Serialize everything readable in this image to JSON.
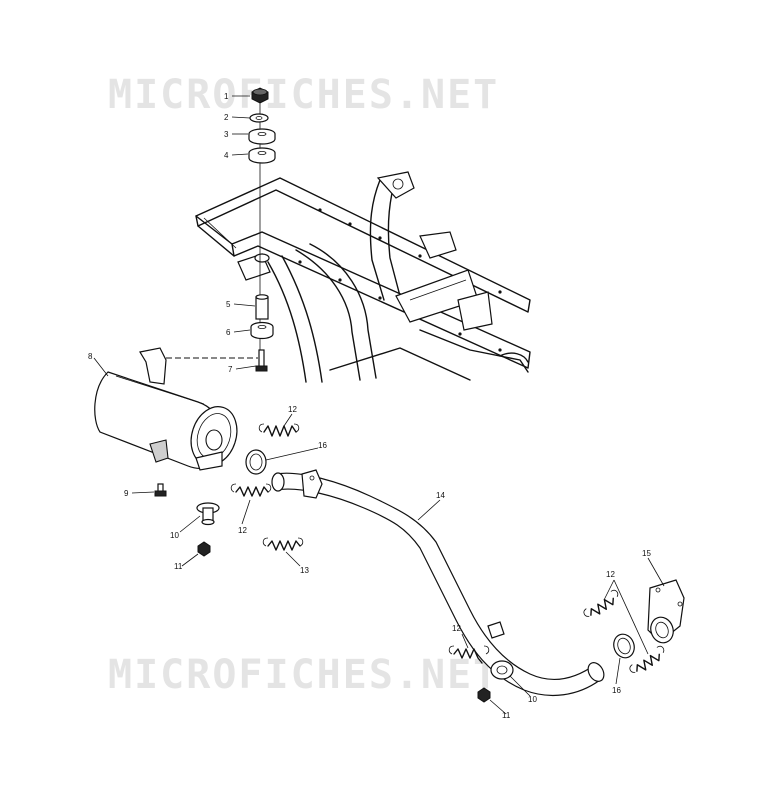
{
  "watermark": {
    "text": "MICROFICHES.NET"
  },
  "callouts": {
    "c1": "1",
    "c2": "2",
    "c3": "3",
    "c4": "4",
    "c5": "5",
    "c6": "6",
    "c7": "7",
    "c8": "8",
    "c9": "9",
    "c10a": "10",
    "c10b": "10",
    "c11a": "11",
    "c11b": "11",
    "c12a": "12",
    "c12b": "12",
    "c12c": "12",
    "c12d": "12",
    "c13": "13",
    "c14": "14",
    "c15": "15",
    "c16a": "16",
    "c16b": "16"
  },
  "icons": {
    "frame": "frame-icon",
    "muffler": "muffler-icon",
    "pipe": "exhaust-pipe-icon",
    "spring": "spring-icon",
    "nut": "nut-icon",
    "washer": "washer-icon",
    "grommet": "grommet-icon",
    "seal": "seal-icon",
    "bolt": "bolt-icon"
  }
}
